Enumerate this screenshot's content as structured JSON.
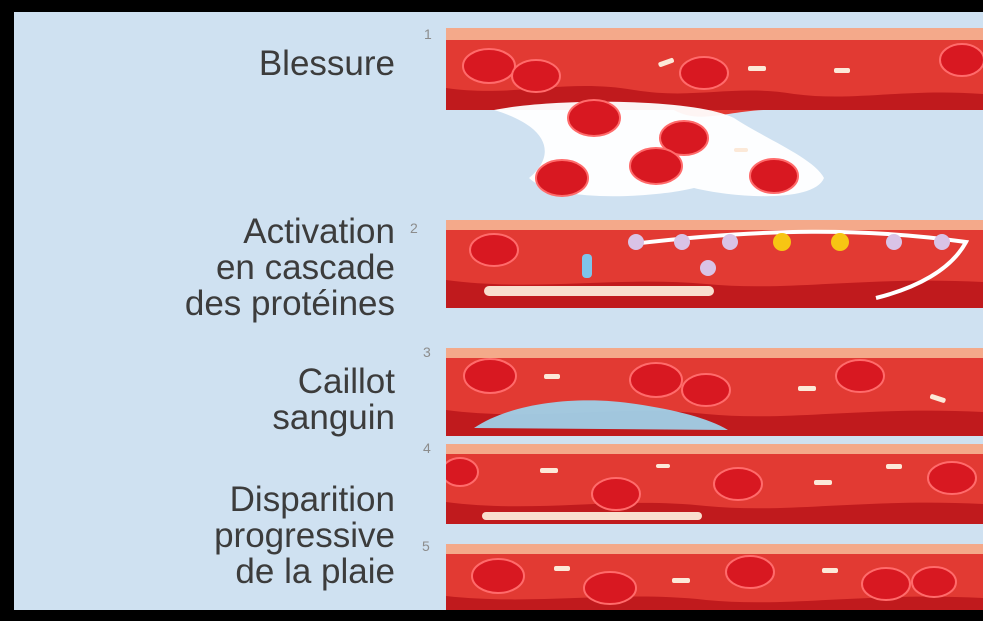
{
  "steps": [
    {
      "number": "1",
      "label_lines": [
        "Blessure"
      ],
      "scene": "wound"
    },
    {
      "number": "2",
      "label_lines": [
        "Activation",
        "en cascade",
        "des protéines"
      ],
      "scene": "cascade"
    },
    {
      "number": "3",
      "label_lines": [
        "Caillot",
        "sanguin"
      ],
      "scene": "clot"
    },
    {
      "number": "4",
      "label_lines": [
        "Disparition",
        "progressive",
        "de la plaie"
      ],
      "scene": "healing"
    },
    {
      "number": "5",
      "label_lines": [],
      "scene": "healed"
    }
  ],
  "colors": {
    "background": "#cfe1f1",
    "vessel": "#e23a33",
    "vessel_dark": "#c01a1d",
    "vessel_wall": "#f4a98a",
    "red_cell": "#d81821",
    "platelet": "#fce9d8",
    "protein_active": "#f7c513",
    "protein": "#d9c3e6",
    "clot": "#9fd0e8"
  }
}
